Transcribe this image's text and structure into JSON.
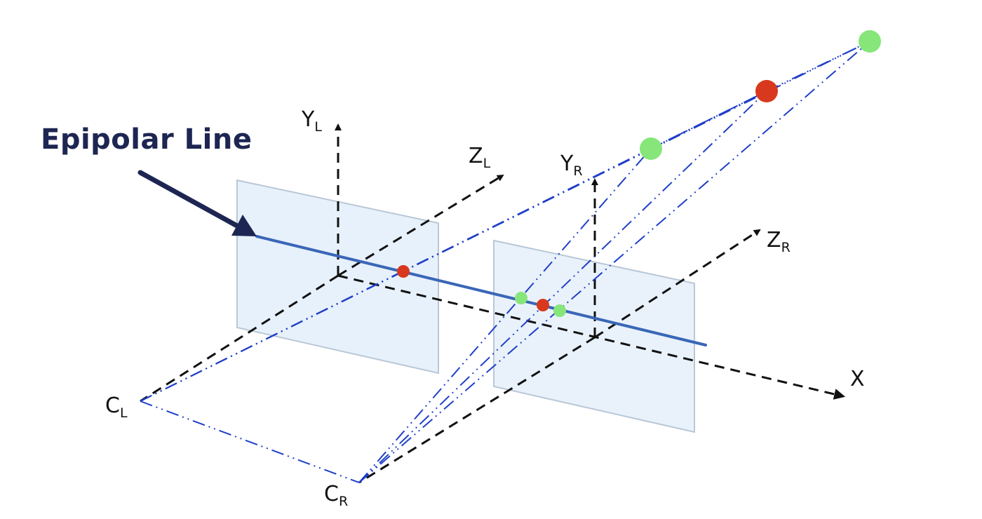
{
  "diagram": {
    "callout": {
      "label": "Epipolar Line"
    },
    "labels": {
      "y_left": {
        "main": "Y",
        "sub": "L"
      },
      "z_left": {
        "main": "Z",
        "sub": "L"
      },
      "y_right": {
        "main": "Y",
        "sub": "R"
      },
      "z_right": {
        "main": "Z",
        "sub": "R"
      },
      "x_axis": {
        "main": "X"
      },
      "c_left": {
        "main": "C",
        "sub": "L"
      },
      "c_right": {
        "main": "C",
        "sub": "R"
      }
    },
    "colors": {
      "image_plane_fill": "#e7f1fb",
      "image_plane_stroke": "#b9c7d6",
      "epipolar_line": "#3a66b7",
      "projection_rays": "#1f3fc8",
      "axes": "#111111",
      "callout_arrow": "#1d2552",
      "point_red": "#d8391e",
      "point_green": "#86e67a"
    }
  }
}
